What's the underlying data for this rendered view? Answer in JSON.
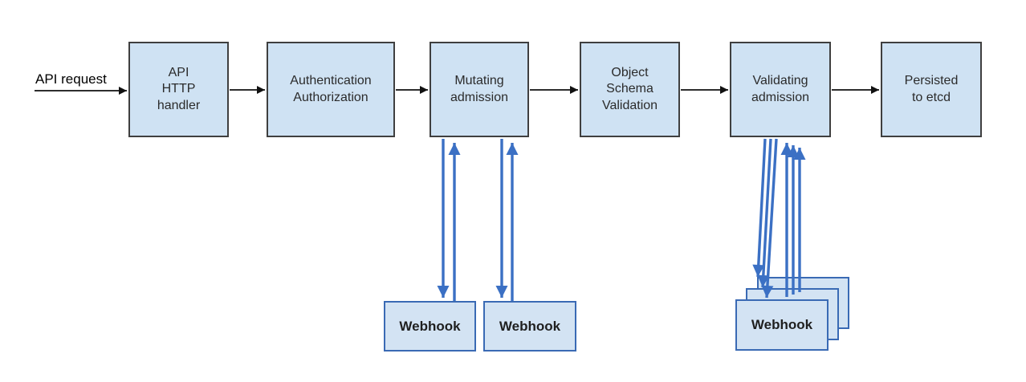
{
  "colors": {
    "box_fill": "#cfe2f3",
    "box_border": "#3f3f3f",
    "webhook_fill": "#d3e3f3",
    "webhook_border": "#3a6ab4",
    "arrow_black": "#111111",
    "arrow_blue": "#3b70c4",
    "text": "#2b2b2b"
  },
  "input_label": "API request",
  "pipeline": [
    {
      "id": "api-http-handler",
      "label": "API\nHTTP\nhandler"
    },
    {
      "id": "authentication-authorization",
      "label": "Authentication\nAuthorization"
    },
    {
      "id": "mutating-admission",
      "label": "Mutating\nadmission"
    },
    {
      "id": "object-schema-validation",
      "label": "Object\nSchema\nValidation"
    },
    {
      "id": "validating-admission",
      "label": "Validating\nadmission"
    },
    {
      "id": "persisted-to-etcd",
      "label": "Persisted\nto etcd"
    }
  ],
  "webhooks": {
    "mutating": [
      "Webhook",
      "Webhook"
    ],
    "validating_front": "Webhook"
  }
}
